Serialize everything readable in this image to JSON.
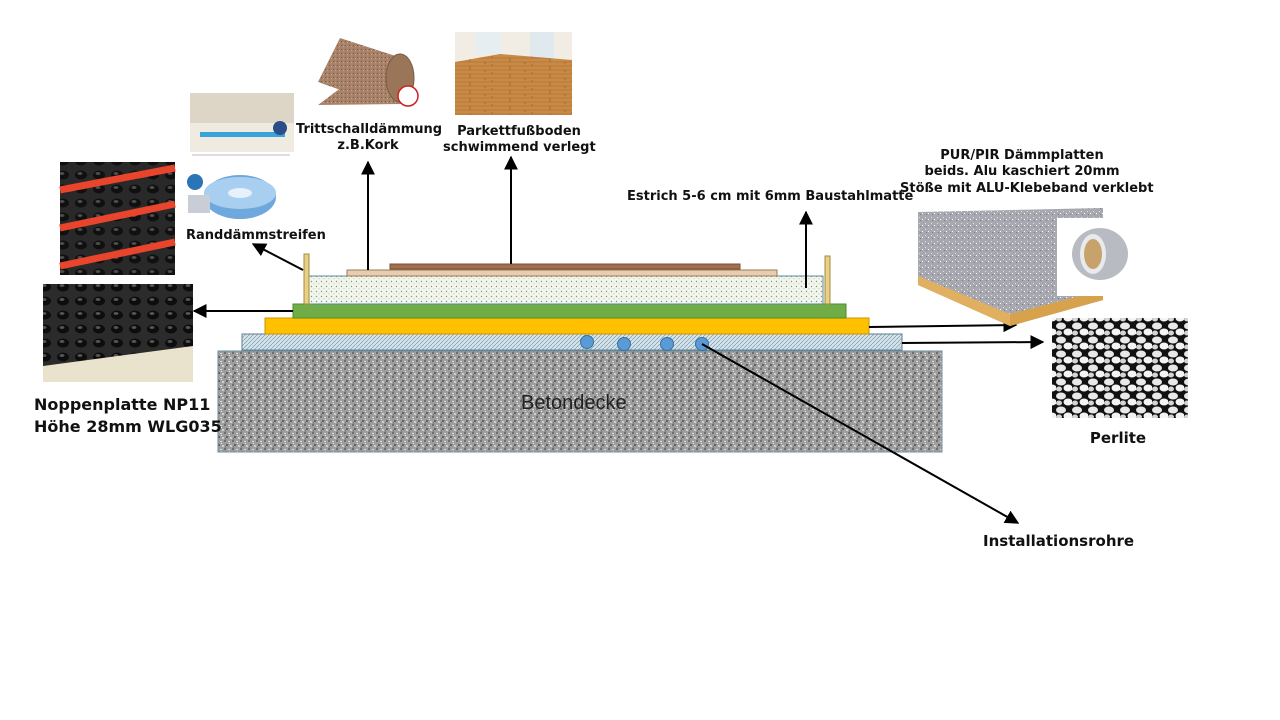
{
  "labels": {
    "betondecke": "Betondecke",
    "trittschall_line1": "Trittschalldämmung",
    "trittschall_line2": "z.B.Kork",
    "parkett_line1": "Parkettfußboden",
    "parkett_line2": "schwimmend verlegt",
    "estrich": "Estrich 5-6 cm  mit 6mm Baustahlmatte",
    "pur_line1": "PUR/PIR Dämmplatten",
    "pur_line2": "beids. Alu kaschiert 20mm",
    "pur_line3": "Stöße mit ALU-Klebeband verklebt",
    "randdaemm": "Randdämmstreifen",
    "noppen_line1": "Noppenplatte NP11",
    "noppen_line2": "Höhe 28mm WLG035",
    "perlite": "Perlite",
    "installationsrohre": "Installationsrohre"
  },
  "colors": {
    "concrete": "#9a9a9a",
    "perlite_layer": "#d8e4ea",
    "pur_layer": "#ffc000",
    "noppen_layer": "#70ad47",
    "estrich": "#f2f5e8",
    "trittschall": "#e8cdb0",
    "parkett": "#a07050",
    "pipes": "#5b9bd5",
    "edge_strip": "#e6d08a"
  }
}
